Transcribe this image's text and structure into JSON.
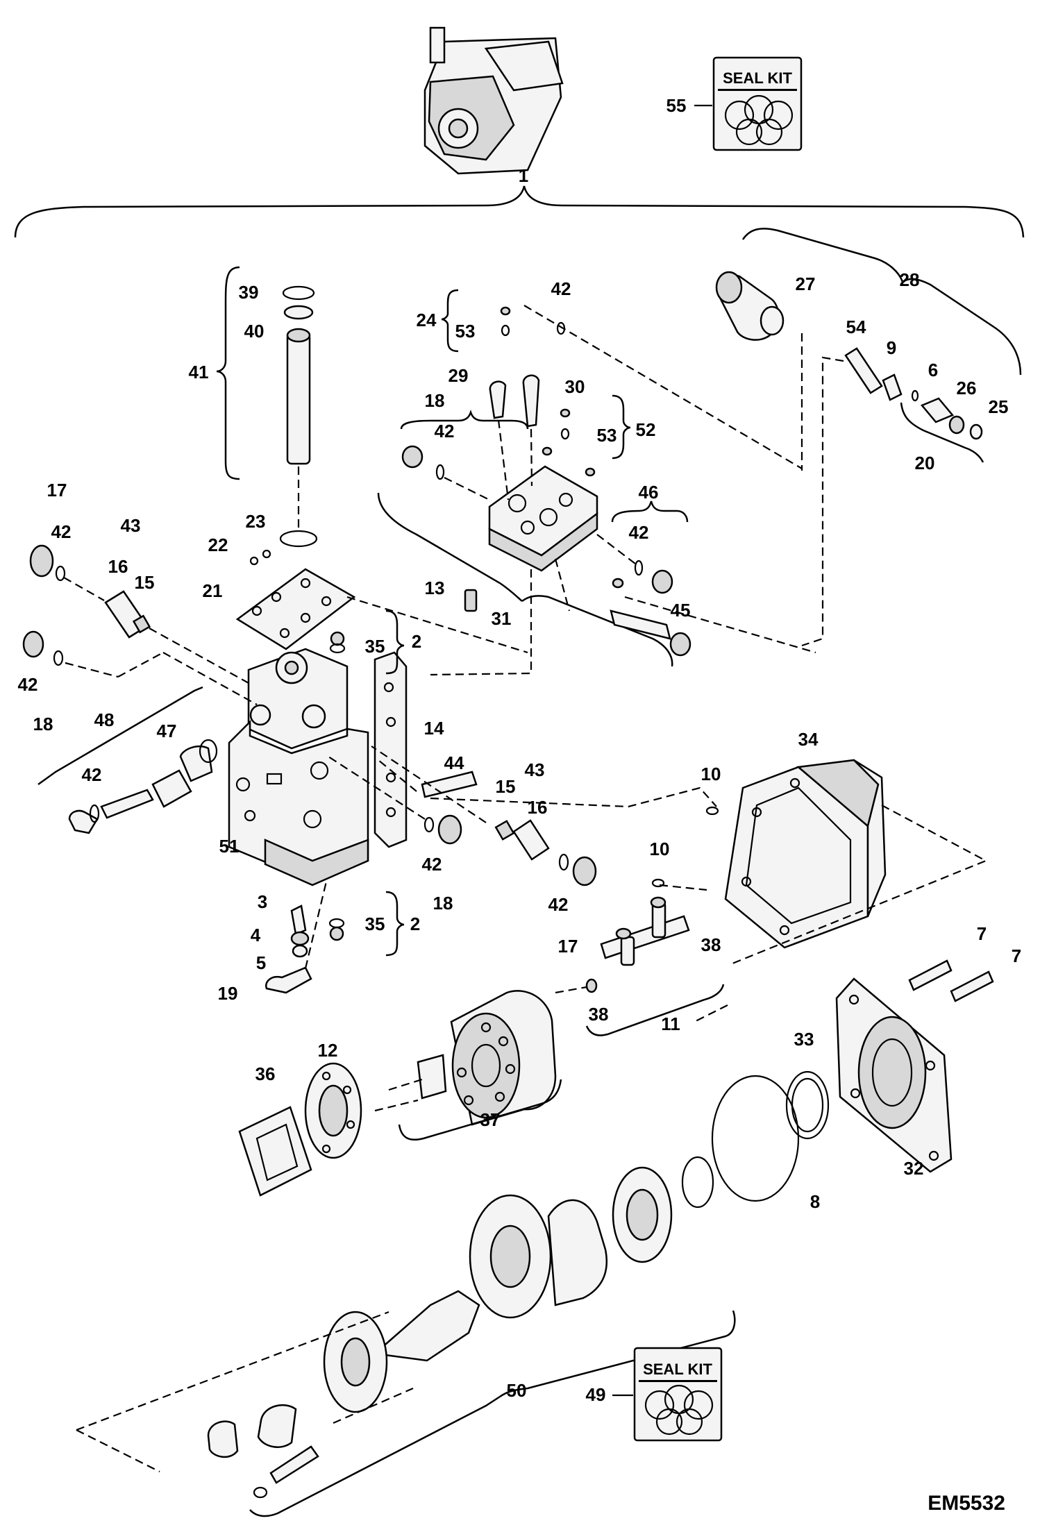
{
  "diagram": {
    "reference_code": "EM5532",
    "seal_kit_text": "SEAL KIT",
    "labels": [
      {
        "id": "l1",
        "text": "1"
      },
      {
        "id": "l55",
        "text": "55"
      },
      {
        "id": "l28",
        "text": "28"
      },
      {
        "id": "l27",
        "text": "27"
      },
      {
        "id": "l54",
        "text": "54"
      },
      {
        "id": "l9",
        "text": "9"
      },
      {
        "id": "l6",
        "text": "6"
      },
      {
        "id": "l26",
        "text": "26"
      },
      {
        "id": "l25",
        "text": "25"
      },
      {
        "id": "l20",
        "text": "20"
      },
      {
        "id": "l39",
        "text": "39"
      },
      {
        "id": "l40",
        "text": "40"
      },
      {
        "id": "l41",
        "text": "41"
      },
      {
        "id": "l24",
        "text": "24"
      },
      {
        "id": "l53a",
        "text": "53"
      },
      {
        "id": "l42a",
        "text": "42"
      },
      {
        "id": "l29",
        "text": "29"
      },
      {
        "id": "l30",
        "text": "30"
      },
      {
        "id": "l18a",
        "text": "18"
      },
      {
        "id": "l42b",
        "text": "42"
      },
      {
        "id": "l53b",
        "text": "53"
      },
      {
        "id": "l52",
        "text": "52"
      },
      {
        "id": "l17a",
        "text": "17"
      },
      {
        "id": "l42c",
        "text": "42"
      },
      {
        "id": "l43a",
        "text": "43"
      },
      {
        "id": "l16a",
        "text": "16"
      },
      {
        "id": "l15a",
        "text": "15"
      },
      {
        "id": "l23",
        "text": "23"
      },
      {
        "id": "l22",
        "text": "22"
      },
      {
        "id": "l21",
        "text": "21"
      },
      {
        "id": "l46",
        "text": "46"
      },
      {
        "id": "l42d",
        "text": "42"
      },
      {
        "id": "l13",
        "text": "13"
      },
      {
        "id": "l31",
        "text": "31"
      },
      {
        "id": "l45",
        "text": "45"
      },
      {
        "id": "l35a",
        "text": "35"
      },
      {
        "id": "l2a",
        "text": "2"
      },
      {
        "id": "l42e",
        "text": "42"
      },
      {
        "id": "l18b",
        "text": "18"
      },
      {
        "id": "l48",
        "text": "48"
      },
      {
        "id": "l47",
        "text": "47"
      },
      {
        "id": "l14",
        "text": "14"
      },
      {
        "id": "l42f",
        "text": "42"
      },
      {
        "id": "l44",
        "text": "44"
      },
      {
        "id": "l43b",
        "text": "43"
      },
      {
        "id": "l15b",
        "text": "15"
      },
      {
        "id": "l16b",
        "text": "16"
      },
      {
        "id": "l34",
        "text": "34"
      },
      {
        "id": "l10a",
        "text": "10"
      },
      {
        "id": "l51",
        "text": "51"
      },
      {
        "id": "l42g",
        "text": "42"
      },
      {
        "id": "l18c",
        "text": "18"
      },
      {
        "id": "l10b",
        "text": "10"
      },
      {
        "id": "l42h",
        "text": "42"
      },
      {
        "id": "l17b",
        "text": "17"
      },
      {
        "id": "l3",
        "text": "3"
      },
      {
        "id": "l4",
        "text": "4"
      },
      {
        "id": "l5",
        "text": "5"
      },
      {
        "id": "l35b",
        "text": "35"
      },
      {
        "id": "l2b",
        "text": "2"
      },
      {
        "id": "l38a",
        "text": "38"
      },
      {
        "id": "l7a",
        "text": "7"
      },
      {
        "id": "l7b",
        "text": "7"
      },
      {
        "id": "l19",
        "text": "19"
      },
      {
        "id": "l38b",
        "text": "38"
      },
      {
        "id": "l11",
        "text": "11"
      },
      {
        "id": "l12",
        "text": "12"
      },
      {
        "id": "l33",
        "text": "33"
      },
      {
        "id": "l36",
        "text": "36"
      },
      {
        "id": "l37",
        "text": "37"
      },
      {
        "id": "l32",
        "text": "32"
      },
      {
        "id": "l8",
        "text": "8"
      },
      {
        "id": "l50",
        "text": "50"
      },
      {
        "id": "l49",
        "text": "49"
      }
    ]
  }
}
